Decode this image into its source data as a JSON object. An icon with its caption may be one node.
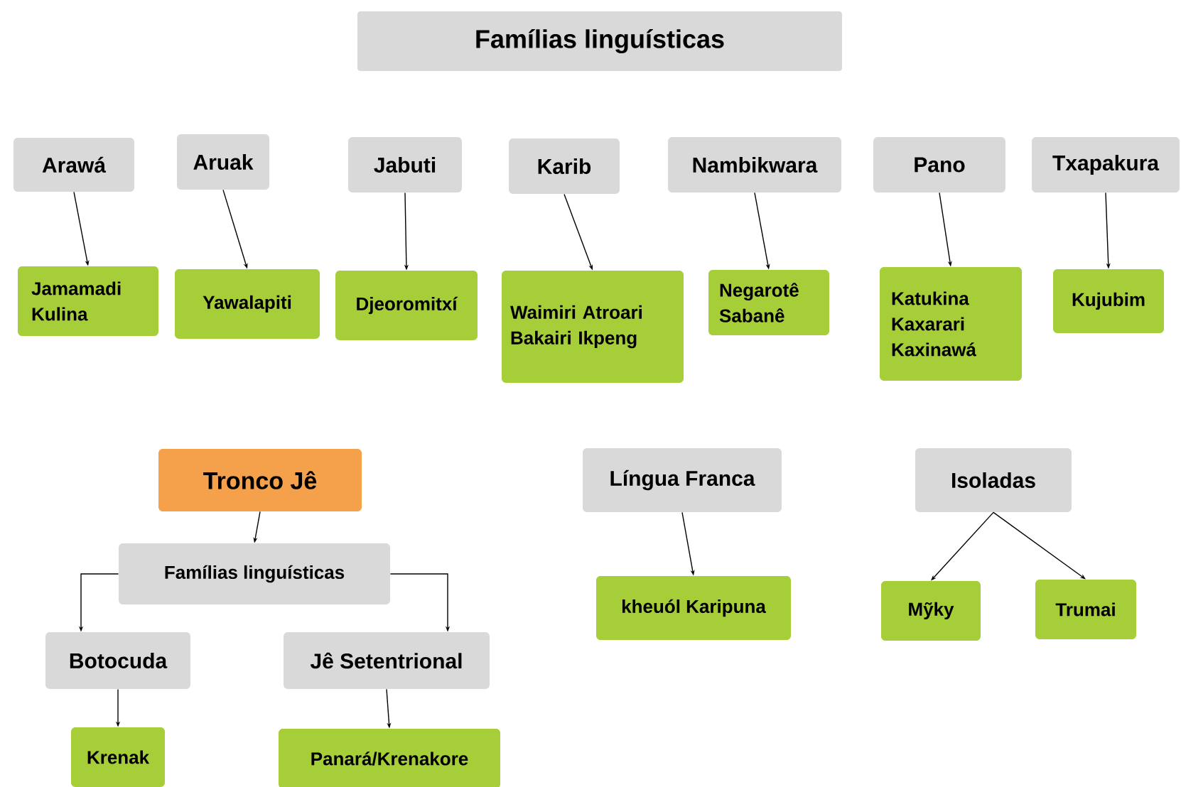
{
  "diagram": {
    "title": "Famílias linguísticas",
    "nodes": [
      {
        "text": [
          "Arawá"
        ]
      },
      {
        "text": [
          "Aruak"
        ]
      },
      {
        "text": [
          "Jabuti"
        ]
      },
      {
        "text": [
          "Karib"
        ]
      },
      {
        "text": [
          "Nambikwara"
        ]
      },
      {
        "text": [
          "Pano"
        ]
      },
      {
        "text": [
          "Txapakura"
        ]
      },
      {
        "text": [
          "Jamamadi Kulina"
        ]
      },
      {
        "text": [
          "Yawalapiti"
        ]
      },
      {
        "text": [
          "Djeoromitxí"
        ]
      },
      {
        "text": [
          "Waimiri Atroari Bakairi Ikpeng"
        ]
      },
      {
        "text": [
          "Negarotê Sabanê"
        ]
      },
      {
        "text": [
          "Katukina Kaxarari Kaxinawá"
        ]
      },
      {
        "text": [
          "Kujubim"
        ]
      },
      {
        "text": [
          "Tronco Jê"
        ]
      },
      {
        "text": [
          "Famílias linguísticas"
        ]
      },
      {
        "text": [
          "Botocuda"
        ]
      },
      {
        "text": [
          "Jê Setentrional"
        ]
      },
      {
        "text": [
          "Krenak"
        ]
      },
      {
        "text": [
          "Panará/Krenakore"
        ]
      },
      {
        "text": [
          "Língua Franca"
        ]
      },
      {
        "text": [
          "kheuól Karipuna"
        ]
      },
      {
        "text": [
          "Isoladas"
        ]
      },
      {
        "text": [
          "Mỹky"
        ]
      },
      {
        "text": [
          "Trumai"
        ]
      }
    ],
    "edges": [
      {
        "from": 0,
        "to": 7,
        "arrow": "to"
      },
      {
        "from": 1,
        "to": 8,
        "arrow": "to"
      },
      {
        "from": 2,
        "to": 9,
        "arrow": "to"
      },
      {
        "from": 3,
        "to": 10,
        "arrow": "to"
      },
      {
        "from": 4,
        "to": 11,
        "arrow": "to"
      },
      {
        "from": 5,
        "to": 12,
        "arrow": "to"
      },
      {
        "from": 6,
        "to": 13,
        "arrow": "to"
      },
      {
        "from": 14,
        "to": 15,
        "arrow": "to"
      },
      {
        "from": 15,
        "to": 16,
        "arrow": "to"
      },
      {
        "from": 15,
        "to": 17,
        "arrow": "to"
      },
      {
        "from": 16,
        "to": 18,
        "arrow": "to"
      },
      {
        "from": 17,
        "to": 19,
        "arrow": "to"
      },
      {
        "from": 20,
        "to": 21,
        "arrow": "to"
      },
      {
        "from": 22,
        "to": 23,
        "arrow": "to"
      },
      {
        "from": 22,
        "to": 24,
        "arrow": "to"
      }
    ]
  }
}
